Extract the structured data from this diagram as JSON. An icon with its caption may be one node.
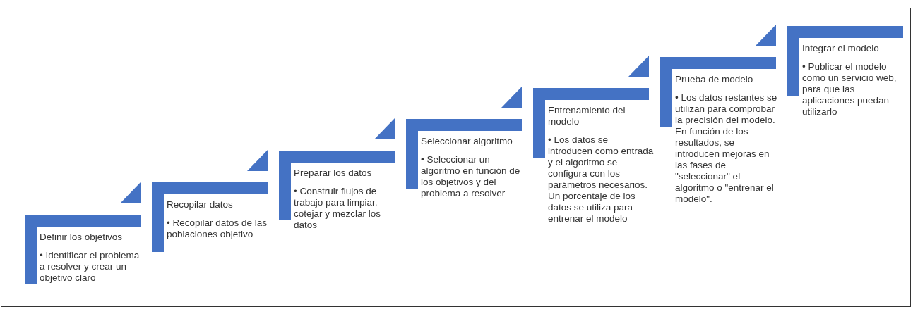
{
  "diagram": {
    "nodes": [
      {
        "text": [
          "Definir los objetivos",
          "• Identificar el problema a resolver y crear un objetivo claro"
        ]
      },
      {
        "text": [
          "Recopilar datos",
          "• Recopilar datos de las poblaciones objetivo"
        ]
      },
      {
        "text": [
          "Preparar los datos",
          "• Construir flujos de trabajo para limpiar, cotejar y mezclar los datos"
        ]
      },
      {
        "text": [
          "Seleccionar algoritmo",
          "• Seleccionar un algoritmo en función de los objetivos y del problema a resolver"
        ]
      },
      {
        "text": [
          "Entrenamiento del modelo",
          "• Los datos se introducen como entrada y el algoritmo se configura con los parámetros necesarios. Un porcentaje de los datos se utiliza para entrenar el modelo"
        ]
      },
      {
        "text": [
          "Prueba de modelo",
          "• Los datos restantes se utilizan para comprobar la precisión del modelo. En función de los resultados, se introducen mejoras en las fases de \"seleccionar\" el algoritmo o \"entrenar el modelo\"."
        ]
      },
      {
        "text": [
          "Integrar el modelo",
          "• Publicar el modelo como un servicio web, para que las aplicaciones puedan utilizarlo"
        ]
      }
    ]
  }
}
